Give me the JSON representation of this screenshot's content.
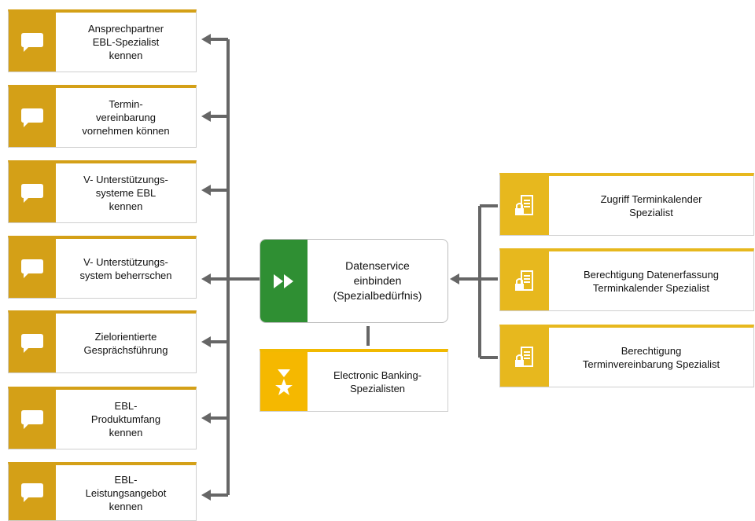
{
  "diagram": {
    "knowledge_items": [
      {
        "label": "Ansprechpartner\nEBL-Spezialist\nkennen",
        "icon": "speech-bubble-icon"
      },
      {
        "label": "Termin-\nvereinbarung\nvornehmen können",
        "icon": "speech-bubble-icon"
      },
      {
        "label": "V- Unterstützungs-\nsysteme EBL\nkennen",
        "icon": "speech-bubble-icon"
      },
      {
        "label": "V- Unterstützungs-\nsystem beherrschen",
        "icon": "speech-bubble-icon"
      },
      {
        "label": "Zielorientierte\nGesprächsführung",
        "icon": "speech-bubble-icon"
      },
      {
        "label": "EBL-\nProduktumfang\nkennen",
        "icon": "speech-bubble-icon"
      },
      {
        "label": "EBL-\nLeistungsangebot\nkennen",
        "icon": "speech-bubble-icon"
      }
    ],
    "function": {
      "label": "Datenservice\neinbinden\n(Spezialbedürfnis)",
      "icon": "fast-forward-icon"
    },
    "role": {
      "label": "Electronic Banking-\nSpezialisten",
      "icon": "role-star-icon"
    },
    "permissions": [
      {
        "label": "Zugriff Terminkalender\nSpezialist",
        "icon": "locked-document-icon"
      },
      {
        "label": "Berechtigung Datenerfassung\nTerminkalender Spezialist",
        "icon": "locked-document-icon"
      },
      {
        "label": "Berechtigung\nTerminvereinbarung Spezialist",
        "icon": "locked-document-icon"
      }
    ],
    "colors": {
      "knowledge": "#d4a017",
      "permission": "#e7b81e",
      "function": "#2f8f33",
      "role": "#f5b800",
      "connector": "#666666"
    }
  }
}
